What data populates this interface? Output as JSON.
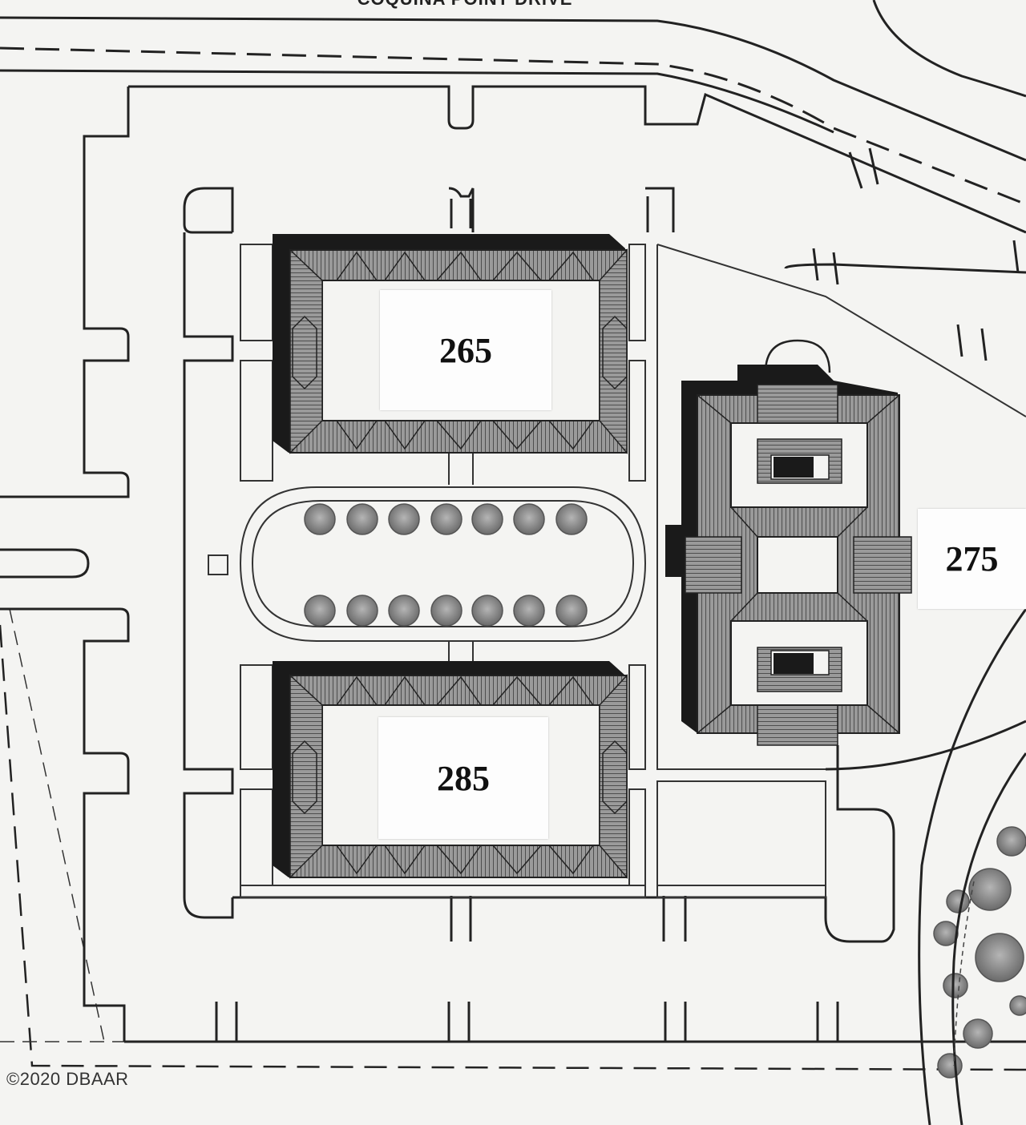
{
  "street_name": "COQUINA POINT DRIVE",
  "buildings": [
    {
      "number": "265"
    },
    {
      "number": "275"
    },
    {
      "number": "285"
    }
  ],
  "copyright": "©2020 DBAAR",
  "colors": {
    "line": "#222222",
    "roof": "#7a7a7a",
    "shadow": "#1a1a1a",
    "tree": "#8a8a8a",
    "paper": "#f4f4f2"
  }
}
